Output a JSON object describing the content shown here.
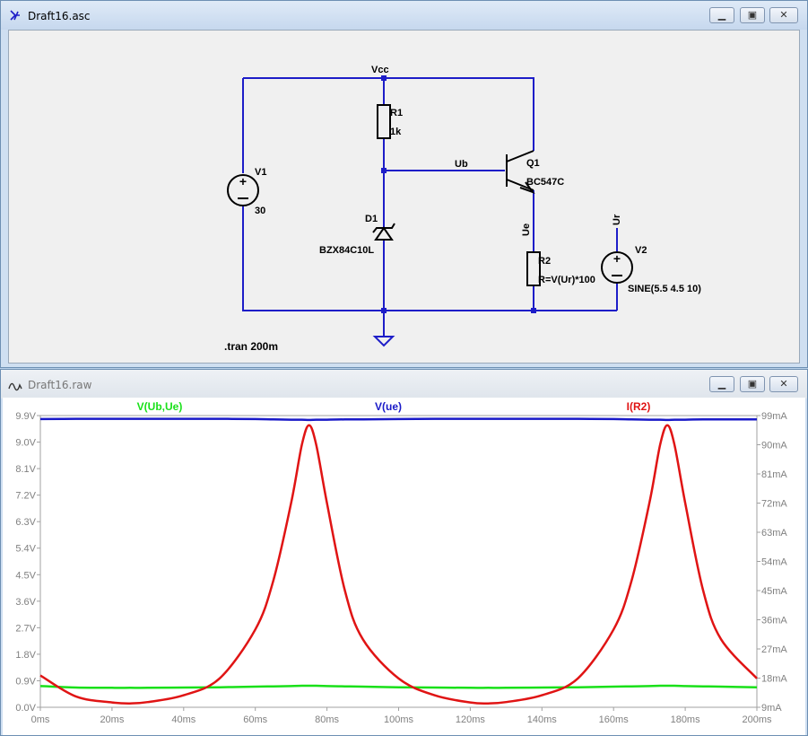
{
  "schematic_window": {
    "title": "Draft16.asc",
    "labels": {
      "vcc": "Vcc",
      "r1": "R1",
      "r1_val": "1k",
      "ub": "Ub",
      "q1": "Q1",
      "q1_model": "BC547C",
      "v1": "V1",
      "v1_val": "30",
      "d1": "D1",
      "d1_model": "BZX84C10L",
      "ue": "Ue",
      "ur": "Ur",
      "v2": "V2",
      "v2_val": "SINE(5.5 4.5 10)",
      "r2": "R2",
      "r2_val": "R=V(Ur)*100",
      "directive": ".tran 200m"
    }
  },
  "waveform_window": {
    "title": "Draft16.raw",
    "legend": [
      "V(Ub,Ue)",
      "V(ue)",
      "I(R2)"
    ],
    "left_ticks": [
      "9.9V",
      "9.0V",
      "8.1V",
      "7.2V",
      "6.3V",
      "5.4V",
      "4.5V",
      "3.6V",
      "2.7V",
      "1.8V",
      "0.9V",
      "0.0V"
    ],
    "right_ticks": [
      "99mA",
      "90mA",
      "81mA",
      "72mA",
      "63mA",
      "54mA",
      "45mA",
      "36mA",
      "27mA",
      "18mA",
      "9mA"
    ],
    "x_ticks": [
      "0ms",
      "20ms",
      "40ms",
      "60ms",
      "80ms",
      "100ms",
      "120ms",
      "140ms",
      "160ms",
      "180ms",
      "200ms"
    ]
  },
  "colors": {
    "wire": "#1d1dc8",
    "green": "#19e019",
    "blue": "#1a1ac8",
    "red": "#e01414",
    "grid_text": "#808080"
  },
  "chart_data": {
    "type": "line",
    "x": [
      0,
      10,
      20,
      25,
      30,
      40,
      50,
      60,
      65,
      70,
      73,
      75,
      77,
      80,
      85,
      90,
      100,
      110,
      120,
      125,
      130,
      140,
      150,
      160,
      165,
      170,
      173,
      175,
      177,
      180,
      185,
      190,
      200
    ],
    "series": [
      {
        "name": "V(Ub,Ue)",
        "axis": "left",
        "values": [
          0.72,
          0.67,
          0.66,
          0.66,
          0.66,
          0.67,
          0.68,
          0.7,
          0.71,
          0.72,
          0.73,
          0.73,
          0.73,
          0.72,
          0.71,
          0.7,
          0.68,
          0.67,
          0.66,
          0.66,
          0.66,
          0.67,
          0.68,
          0.7,
          0.71,
          0.72,
          0.73,
          0.73,
          0.73,
          0.72,
          0.71,
          0.7,
          0.68
        ]
      },
      {
        "name": "V(ue)",
        "axis": "left",
        "values": [
          9.78,
          9.79,
          9.79,
          9.79,
          9.79,
          9.79,
          9.79,
          9.78,
          9.77,
          9.76,
          9.76,
          9.75,
          9.76,
          9.76,
          9.77,
          9.77,
          9.78,
          9.79,
          9.79,
          9.79,
          9.79,
          9.79,
          9.79,
          9.78,
          9.77,
          9.76,
          9.76,
          9.75,
          9.76,
          9.76,
          9.77,
          9.77,
          9.77
        ]
      },
      {
        "name": "I(R2)",
        "axis": "right",
        "values": [
          18.8,
          12.3,
          10.5,
          10.2,
          10.6,
          12.7,
          17.9,
          33,
          48,
          72,
          90,
          96,
          90,
          72,
          45,
          30,
          17.9,
          12.7,
          10.5,
          10.2,
          10.6,
          12.7,
          17.9,
          33,
          48,
          72,
          90,
          96,
          90,
          72,
          45,
          30,
          17.9
        ]
      }
    ],
    "xlim": [
      0,
      200
    ],
    "ylim_left": [
      0,
      9.9
    ],
    "ylim_right": [
      9,
      99
    ],
    "grid": false
  }
}
